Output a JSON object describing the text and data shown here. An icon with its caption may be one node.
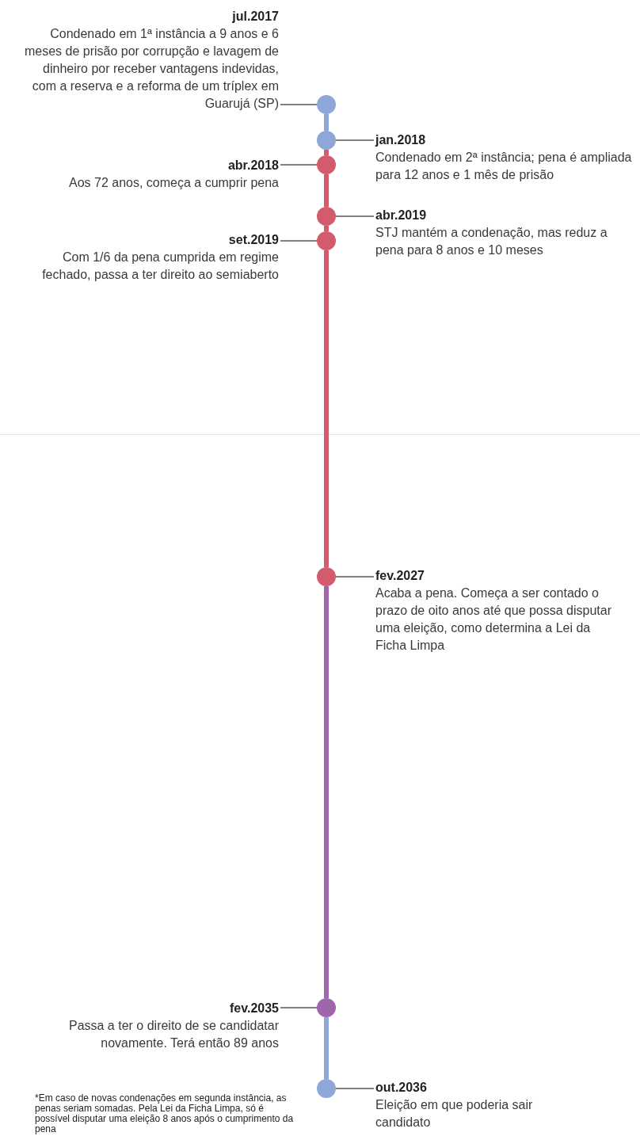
{
  "diagram": {
    "nodes": [
      {
        "text": [
          "jul.2017",
          "Condenado em 1ª instância a 9 anos e 6 meses de prisão por corrupção e lavagem de dinheiro por receber vantagens indevidas, com a reserva e a reforma de um tríplex em Guarujá (SP)"
        ]
      },
      {
        "text": [],
        "shape": "circle"
      },
      {
        "text": [
          "jan.2018",
          "Condenado em 2ª instância; pena é ampliada para 12 anos e 1 mês de prisão"
        ]
      },
      {
        "text": [],
        "shape": "circle"
      },
      {
        "text": [
          "abr.2018",
          "Aos 72 anos, começa a cumprir pena"
        ]
      },
      {
        "text": [],
        "shape": "circle"
      },
      {
        "text": [
          "abr.2019",
          "STJ mantém a condenação, mas reduz a pena para 8 anos e 10 meses"
        ]
      },
      {
        "text": [],
        "shape": "circle"
      },
      {
        "text": [
          "set.2019",
          "Com 1/6 da pena cumprida em regime fechado, passa a ter direito ao semiaberto"
        ]
      },
      {
        "text": [],
        "shape": "circle"
      },
      {
        "text": [
          "fev.2027",
          "Acaba a pena. Começa a ser contado o prazo de oito anos até que possa disputar uma eleição, como determina a Lei da Ficha Limpa"
        ]
      },
      {
        "text": [],
        "shape": "circle"
      },
      {
        "text": [
          "fev.2035",
          "Passa a ter o direito de se candidatar novamente. Terá então 89 anos"
        ]
      },
      {
        "text": [],
        "shape": "circle"
      },
      {
        "text": [
          "out.2036",
          "Eleição em que poderia sair candidato"
        ]
      },
      {
        "text": [],
        "shape": "circle"
      }
    ],
    "edges": [
      {
        "from": 0,
        "to": 1,
        "arrow": "none"
      },
      {
        "from": 2,
        "to": 3,
        "arrow": "none"
      },
      {
        "from": 4,
        "to": 5,
        "arrow": "none"
      },
      {
        "from": 6,
        "to": 7,
        "arrow": "none"
      },
      {
        "from": 8,
        "to": 9,
        "arrow": "none"
      },
      {
        "from": 10,
        "to": 11,
        "arrow": "none"
      },
      {
        "from": 12,
        "to": 13,
        "arrow": "none"
      },
      {
        "from": 14,
        "to": 15,
        "arrow": "none"
      },
      {
        "from": 1,
        "to": 3,
        "arrow": "none",
        "style": "thick",
        "color": "#8ea6d8"
      },
      {
        "from": 3,
        "to": 5,
        "arrow": "none",
        "style": "thick",
        "color": "#d35b6b"
      },
      {
        "from": 5,
        "to": 7,
        "arrow": "none",
        "style": "thick",
        "color": "#d35b6b"
      },
      {
        "from": 7,
        "to": 9,
        "arrow": "none",
        "style": "thick",
        "color": "#d35b6b"
      },
      {
        "from": 9,
        "to": 11,
        "arrow": "none",
        "style": "thick",
        "color": "#d35b6b"
      },
      {
        "from": 11,
        "to": 13,
        "arrow": "none",
        "style": "thick",
        "color": "#a066ab"
      },
      {
        "from": 13,
        "to": 15,
        "arrow": "none",
        "style": "thick",
        "color": "#8ea6d8"
      }
    ],
    "labels": [
      "*Em caso de novas condenações em segunda instância, as penas seriam somadas. Pela Lei da Ficha Limpa, só é possível disputar uma eleição 8 anos após o cumprimento da pena"
    ]
  }
}
